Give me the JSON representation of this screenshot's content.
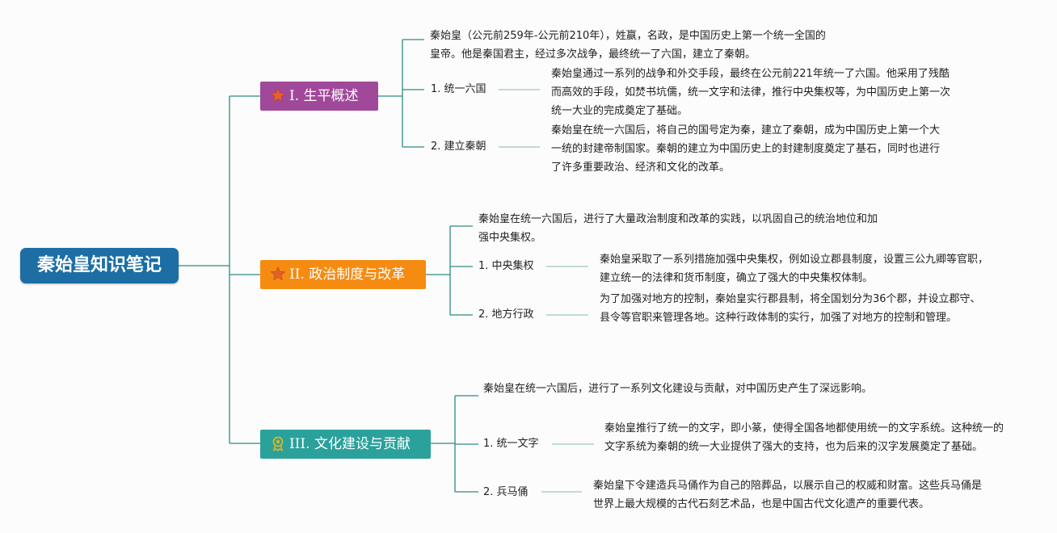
{
  "root": {
    "title": "秦始皇知识笔记"
  },
  "branches": [
    {
      "label": "I. 生平概述",
      "icon": "star-icon",
      "color": "#a0489a",
      "intro": "秦始皇（公元前259年-公元前210年），姓嬴，名政，是中国历史上第一个统一全国的皇帝。他是秦国君主，经过多次战争，最终统一了六国，建立了秦朝。",
      "items": [
        {
          "label": "1. 统一六国",
          "text": "秦始皇通过一系列的战争和外交手段，最终在公元前221年统一了六国。他采用了残酷而高效的手段，如焚书坑儒，统一文字和法律，推行中央集权等，为中国历史上第一次统一大业的完成奠定了基础。"
        },
        {
          "label": "2. 建立秦朝",
          "text": "秦始皇在统一六国后，将自己的国号定为秦，建立了秦朝，成为中国历史上第一个大一统的封建帝制国家。秦朝的建立为中国历史上的封建制度奠定了基石，同时也进行了许多重要政治、经济和文化的改革。"
        }
      ]
    },
    {
      "label": "II. 政治制度与改革",
      "icon": "star-icon",
      "color": "#f68b11",
      "intro": "秦始皇在统一六国后，进行了大量政治制度和改革的实践，以巩固自己的统治地位和加强中央集权。",
      "items": [
        {
          "label": "1. 中央集权",
          "text": "秦始皇采取了一系列措施加强中央集权，例如设立郡县制度，设置三公九卿等官职，建立统一的法律和货币制度，确立了强大的中央集权体制。"
        },
        {
          "label": "2. 地方行政",
          "text": "为了加强对地方的控制，秦始皇实行郡县制，将全国划分为36个郡，并设立郡守、县令等官职来管理各地。这种行政体制的实行，加强了对地方的控制和管理。"
        }
      ]
    },
    {
      "label": "III. 文化建设与贡献",
      "icon": "award-ribbon-icon",
      "color": "#2aa19b",
      "intro": "秦始皇在统一六国后，进行了一系列文化建设与贡献，对中国历史产生了深远影响。",
      "items": [
        {
          "label": "1. 统一文字",
          "text": "秦始皇推行了统一的文字，即小篆，使得全国各地都使用统一的文字系统。这种统一的文字系统为秦朝的统一大业提供了强大的支持，也为后来的汉字发展奠定了基础。"
        },
        {
          "label": "2. 兵马俑",
          "text": "秦始皇下令建造兵马俑作为自己的陪葬品，以展示自己的权威和财富。这些兵马俑是世界上最大规模的古代石刻艺术品，也是中国古代文化遗产的重要代表。"
        }
      ]
    }
  ],
  "colors": {
    "connector": "#2e8a83",
    "leaf_connector": "#9cc6c2",
    "root": "#1c6ea4"
  }
}
